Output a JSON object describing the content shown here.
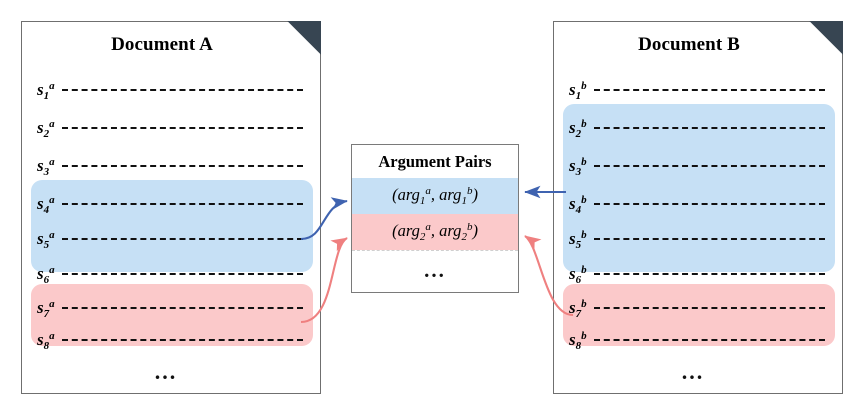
{
  "figure": {
    "type": "diagram",
    "description": "Argument pair extraction between two documents"
  },
  "doc_a": {
    "title": "Document A",
    "ellipsis": "...",
    "rows": [
      {
        "base": "s",
        "sub": "1",
        "sup": "a",
        "highlight": "none"
      },
      {
        "base": "s",
        "sub": "2",
        "sup": "a",
        "highlight": "none"
      },
      {
        "base": "s",
        "sub": "3",
        "sup": "a",
        "highlight": "none"
      },
      {
        "base": "s",
        "sub": "4",
        "sup": "a",
        "highlight": "blue"
      },
      {
        "base": "s",
        "sub": "5",
        "sup": "a",
        "highlight": "blue"
      },
      {
        "base": "s",
        "sub": "6",
        "sup": "a",
        "highlight": "blue"
      },
      {
        "base": "s",
        "sub": "7",
        "sup": "a",
        "highlight": "pink"
      },
      {
        "base": "s",
        "sub": "8",
        "sup": "a",
        "highlight": "pink"
      }
    ],
    "blue_span": [
      4,
      6
    ],
    "pink_span": [
      7,
      8
    ]
  },
  "doc_b": {
    "title": "Document B",
    "ellipsis": "...",
    "rows": [
      {
        "base": "s",
        "sub": "1",
        "sup": "b",
        "highlight": "none"
      },
      {
        "base": "s",
        "sub": "2",
        "sup": "b",
        "highlight": "blue"
      },
      {
        "base": "s",
        "sub": "3",
        "sup": "b",
        "highlight": "blue"
      },
      {
        "base": "s",
        "sub": "4",
        "sup": "b",
        "highlight": "blue"
      },
      {
        "base": "s",
        "sub": "5",
        "sup": "b",
        "highlight": "blue"
      },
      {
        "base": "s",
        "sub": "6",
        "sup": "b",
        "highlight": "blue"
      },
      {
        "base": "s",
        "sub": "7",
        "sup": "b",
        "highlight": "pink"
      },
      {
        "base": "s",
        "sub": "8",
        "sup": "b",
        "highlight": "pink"
      }
    ],
    "blue_span": [
      2,
      6
    ],
    "pink_span": [
      7,
      8
    ]
  },
  "pairs_table": {
    "header": "Argument Pairs",
    "ellipsis": "...",
    "rows": [
      {
        "highlight": "blue",
        "open": "(",
        "left_base": "arg",
        "left_sub": "1",
        "left_sup": "a",
        "comma": ", ",
        "right_base": "arg",
        "right_sub": "1",
        "right_sup": "b",
        "close": ")"
      },
      {
        "highlight": "pink",
        "open": "(",
        "left_base": "arg",
        "left_sub": "2",
        "left_sup": "a",
        "comma": ", ",
        "right_base": "arg",
        "right_sub": "2",
        "right_sup": "b",
        "close": ")"
      }
    ]
  },
  "colors": {
    "blue_highlight": "#c6e0f5",
    "pink_highlight": "#fbc9ca",
    "blue_arrow": "#3f63b0",
    "pink_arrow": "#ef8080",
    "corner_fold": "#374552",
    "document_border": "#6f6f6f",
    "dash_line": "#111111"
  },
  "arrows": [
    {
      "name": "doc-a-blue-to-pair1",
      "color": "#3f63b0",
      "from": "document-a-blue-block",
      "to": "pair-row-1"
    },
    {
      "name": "doc-a-pink-to-pair2",
      "color": "#ef8080",
      "from": "document-a-pink-block",
      "to": "pair-row-2"
    },
    {
      "name": "doc-b-blue-to-pair1",
      "color": "#3f63b0",
      "from": "document-b-blue-block",
      "to": "pair-row-1"
    },
    {
      "name": "doc-b-pink-to-pair2",
      "color": "#ef8080",
      "from": "document-b-pink-block",
      "to": "pair-row-2"
    }
  ]
}
